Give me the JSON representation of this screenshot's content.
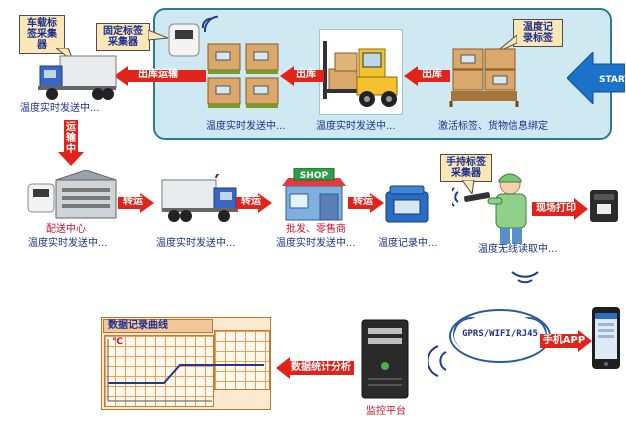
{
  "callouts": {
    "vehicle_collector": [
      "车载标",
      "签采集",
      "器"
    ],
    "fixed_collector": [
      "固定标签",
      "采集器"
    ],
    "temp_tag": [
      "温度记",
      "录标签"
    ],
    "handheld_collector": [
      "手持标签",
      "采集器"
    ]
  },
  "top_row": {
    "start_label": "START",
    "bind_caption": "激活标签、货物信息绑定",
    "forklift_caption": "温度实时发送中...",
    "pallets_caption": "温度实时发送中...",
    "truck_caption": "温度实时发送中...",
    "arrow_outbound_1": "出库",
    "arrow_outbound_2": "出库",
    "arrow_outbound_transport": "出库运输"
  },
  "middle_row": {
    "arrow_transport_down": "运输中",
    "dc_caption_1": "配送中心",
    "dc_caption_2": "温度实时发送中...",
    "arrow_transfer_1": "转运",
    "truck2_caption": "温度实时发送中...",
    "arrow_transfer_2": "转运",
    "shop_label": "SHOP",
    "shop_caption_1": "批发、零售商",
    "shop_caption_2": "温度实时发送中...",
    "arrow_transfer_3": "转运",
    "box_caption": "温度记录中...",
    "reader_caption": "温度无线读取中...",
    "arrow_print": "现场打印"
  },
  "bottom_row": {
    "chart_title": "数据记录曲线",
    "chart_unit": "℃",
    "arrow_analysis": "数据统计分析",
    "server_caption": "监控平台",
    "network_label": "GPRS/WIFI/RJ45",
    "arrow_app": "手机APP"
  },
  "colors": {
    "arrow_red": "#e2231a",
    "start_blue": "#1a73c9",
    "caption_blue": "#1a2f8f",
    "panel_bg": "#cfe9f3"
  }
}
